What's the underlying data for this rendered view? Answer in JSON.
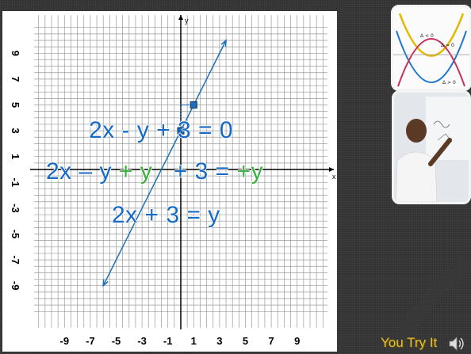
{
  "graph": {
    "x_ticks": [
      "-9",
      "-7",
      "-5",
      "-3",
      "-1",
      "1",
      "3",
      "5",
      "7",
      "9"
    ],
    "y_ticks": [
      "9",
      "7",
      "5",
      "3",
      "1",
      "-1",
      "-3",
      "-5",
      "-7",
      "-9"
    ],
    "x_axis_label": "x",
    "y_axis_label": "y",
    "line": {
      "slope": 2,
      "intercept": 3,
      "x_from": -6,
      "x_to": 3.5
    },
    "points": [
      {
        "x": 0,
        "y": 3
      },
      {
        "x": 1,
        "y": 5
      }
    ]
  },
  "equations": {
    "eq1": "2x - y + 3 = 0",
    "eq2_a": "2x – y ",
    "eq2_b": "+ y",
    "eq2_c": "   + 3 = ",
    "eq2_d": "+y",
    "eq3": "2x + 3 = y"
  },
  "footer": {
    "you_try_label": "You Try It"
  },
  "images": {
    "parabola_labels": [
      "Δ < 0",
      "Δ = 0",
      "Δ > 0"
    ]
  },
  "colors": {
    "equation_blue": "#1569c7",
    "highlight_green": "#3cb043",
    "line_blue": "#1f6fb8",
    "footer_gold": "#e8c030"
  }
}
